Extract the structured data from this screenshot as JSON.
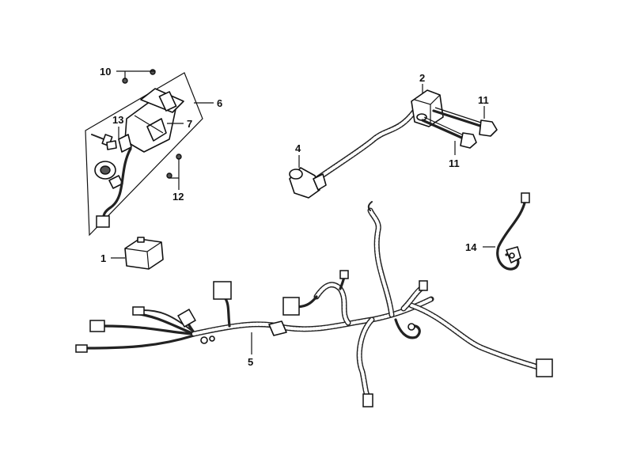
{
  "callouts": [
    {
      "id": "1",
      "text": "1"
    },
    {
      "id": "2",
      "text": "2"
    },
    {
      "id": "4",
      "text": "4"
    },
    {
      "id": "5",
      "text": "5"
    },
    {
      "id": "6",
      "text": "6"
    },
    {
      "id": "7",
      "text": "7"
    },
    {
      "id": "10",
      "text": "10"
    },
    {
      "id": "11a",
      "text": "11"
    },
    {
      "id": "11b",
      "text": "11"
    },
    {
      "id": "12",
      "text": "12"
    },
    {
      "id": "13",
      "text": "13"
    },
    {
      "id": "14",
      "text": "14"
    }
  ]
}
